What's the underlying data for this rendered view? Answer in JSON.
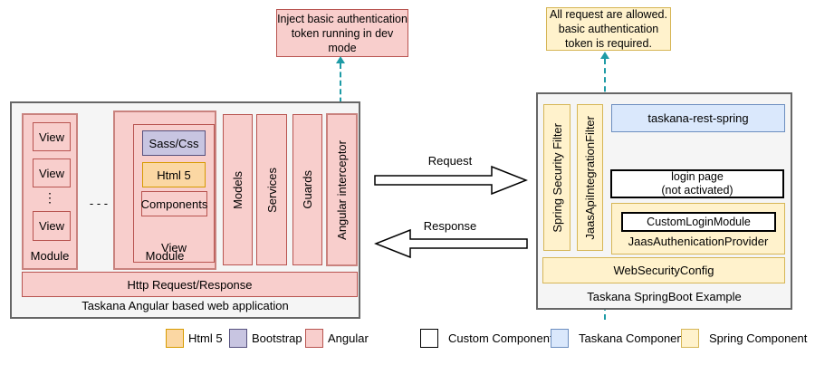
{
  "colors": {
    "angular_fill": "#F8CECC",
    "angular_border": "#B85450",
    "angular_border_soft": "#C9827E",
    "html5_fill": "#FBD7A3",
    "html5_border": "#D79B00",
    "bootstrap_fill": "#C8C5E1",
    "bootstrap_border": "#56517E",
    "spring_fill": "#FFF2CC",
    "spring_border": "#D6B656",
    "taskana_fill": "#DAE8FC",
    "taskana_border": "#6C8EBF",
    "custom_fill": "#FFFFFF",
    "custom_border": "#000000",
    "container_fill": "#F5F5F5",
    "container_border": "#666666",
    "dashed_flow": "#1E9BA6"
  },
  "callouts": {
    "dev_mode": "Inject basic authentication\ntoken running in dev\nmode",
    "requests": "All request are allowed.\nbasic authentication\ntoken is required."
  },
  "angular_app": {
    "title": "Taskana Angular based web application",
    "module_left": {
      "label": "Module",
      "views": [
        "View",
        "View",
        "View"
      ],
      "ellipsis_vertical": "⋮"
    },
    "modules_ellipsis": "- - -",
    "module_right": {
      "label": "Module",
      "view_label": "View",
      "sass_css": "Sass/Css",
      "html5": "Html 5",
      "components": "Components"
    },
    "bars": {
      "models": "Models",
      "services": "Services",
      "guards": "Guards",
      "interceptor": "Angular interceptor"
    },
    "http_bar": "Http Request/Response"
  },
  "flows": {
    "request": "Request",
    "response": "Response"
  },
  "spring_app": {
    "title": "Taskana SpringBoot Example",
    "filters": [
      "Spring Security Filter",
      "JaasApiIntegrationFilter"
    ],
    "taskana_rest_spring": "taskana-rest-spring",
    "login_page": "login page\n(not activated)",
    "custom_login_module": "CustomLoginModule",
    "jaas_provider": "JaasAuthenicationProvider",
    "web_security_config": "WebSecurityConfig"
  },
  "legend": {
    "items": [
      {
        "label": "Html 5",
        "fill": "#FBD7A3",
        "border": "#D79B00"
      },
      {
        "label": "Bootstrap",
        "fill": "#C8C5E1",
        "border": "#56517E"
      },
      {
        "label": "Angular",
        "fill": "#F8CECC",
        "border": "#B85450"
      },
      {
        "label": "Custom Component",
        "fill": "#FFFFFF",
        "border": "#000000"
      },
      {
        "label": "Taskana Component",
        "fill": "#DAE8FC",
        "border": "#6C8EBF"
      },
      {
        "label": "Spring Component",
        "fill": "#FFF2CC",
        "border": "#D6B656"
      }
    ]
  }
}
